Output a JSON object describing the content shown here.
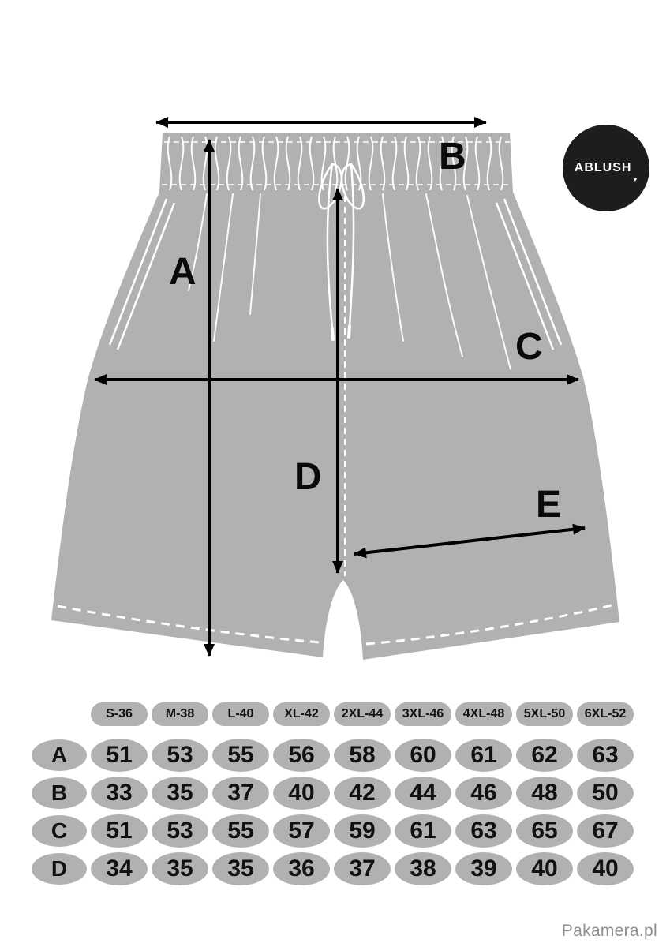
{
  "badge": {
    "brand": "ABLUSH",
    "heart": "♥"
  },
  "diagram": {
    "labels": {
      "A": "A",
      "B": "B",
      "C": "C",
      "D": "D",
      "E": "E"
    }
  },
  "size_table": {
    "sizes": [
      "S-36",
      "M-38",
      "L-40",
      "XL-42",
      "2XL-44",
      "3XL-46",
      "4XL-48",
      "5XL-50",
      "6XL-52"
    ],
    "rows": [
      {
        "label": "A",
        "values": [
          51,
          53,
          55,
          56,
          58,
          60,
          61,
          62,
          63
        ]
      },
      {
        "label": "B",
        "values": [
          33,
          35,
          37,
          40,
          42,
          44,
          46,
          48,
          50
        ]
      },
      {
        "label": "C",
        "values": [
          51,
          53,
          55,
          57,
          59,
          61,
          63,
          65,
          67
        ]
      },
      {
        "label": "D",
        "values": [
          34,
          35,
          35,
          36,
          37,
          38,
          39,
          40,
          40
        ]
      }
    ]
  },
  "watermark": "Pakamera.pl",
  "colors": {
    "shorts_gray": "#b1b1b1",
    "badge_black": "#1d1d1d",
    "cell_gray": "#b1b1b1"
  }
}
